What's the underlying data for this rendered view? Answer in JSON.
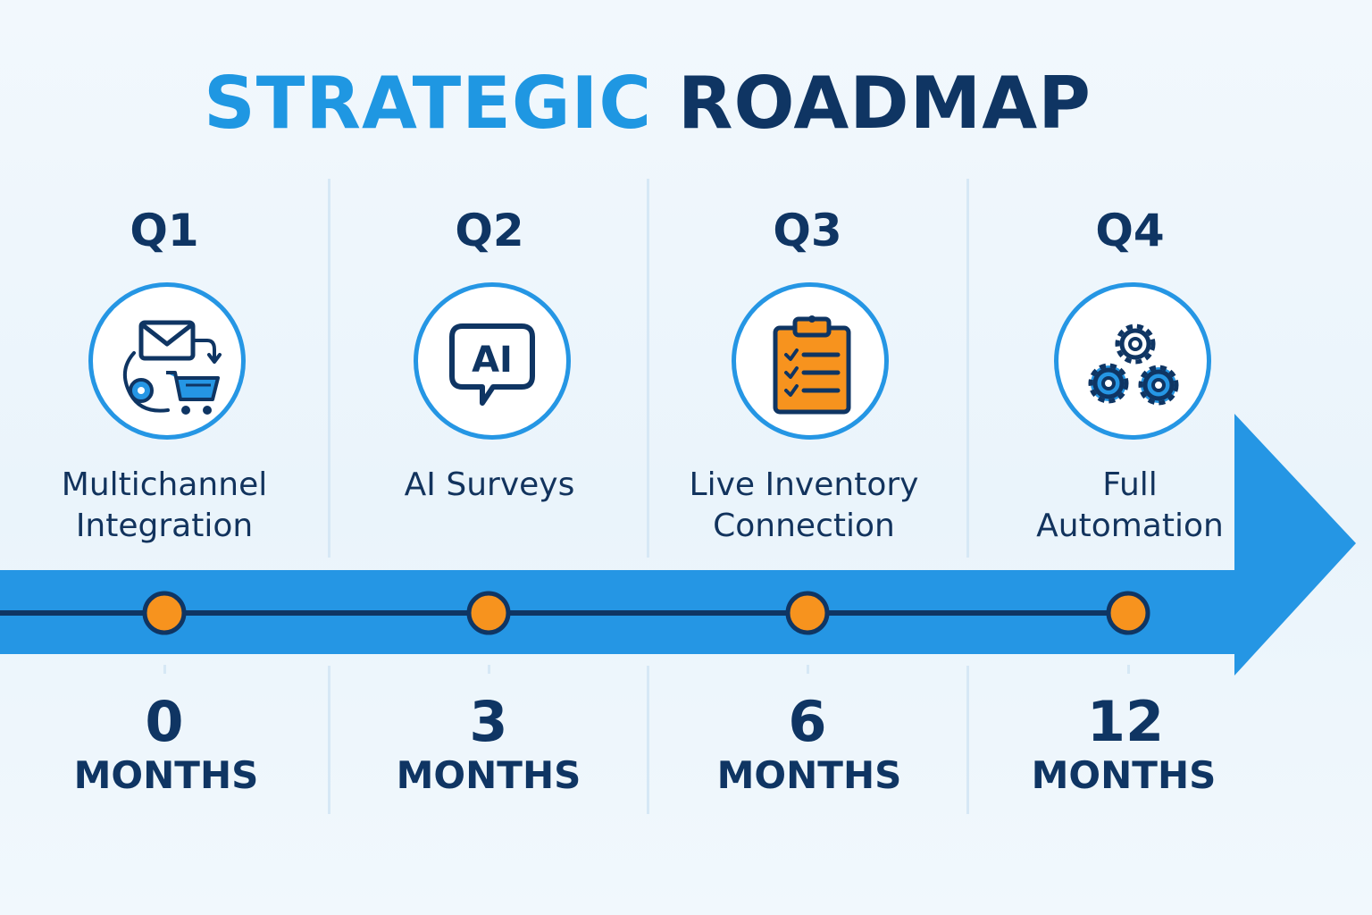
{
  "title": {
    "part1": "STRATEGIC",
    "part2": "ROADMAP"
  },
  "colors": {
    "accent": "#1f97e2",
    "dark": "#0f3563",
    "arrow": "#2596e4",
    "milestone": "#f7931e",
    "clipboard": "#f7931e"
  },
  "phases": [
    {
      "quarter": "Q1",
      "icon": "multichannel-icon",
      "label_lines": [
        "Multichannel",
        "Integration"
      ],
      "number": "0",
      "unit": "MONTHS"
    },
    {
      "quarter": "Q2",
      "icon": "ai-chat-icon",
      "icon_text": "AI",
      "label_lines": [
        "AI Surveys"
      ],
      "number": "3",
      "unit": "MONTHS"
    },
    {
      "quarter": "Q3",
      "icon": "clipboard-checklist-icon",
      "label_lines": [
        "Live Inventory",
        "Connection"
      ],
      "number": "6",
      "unit": "MONTHS"
    },
    {
      "quarter": "Q4",
      "icon": "gears-icon",
      "label_lines": [
        "Full",
        "Automation"
      ],
      "number": "12",
      "unit": "MONTHS"
    }
  ]
}
